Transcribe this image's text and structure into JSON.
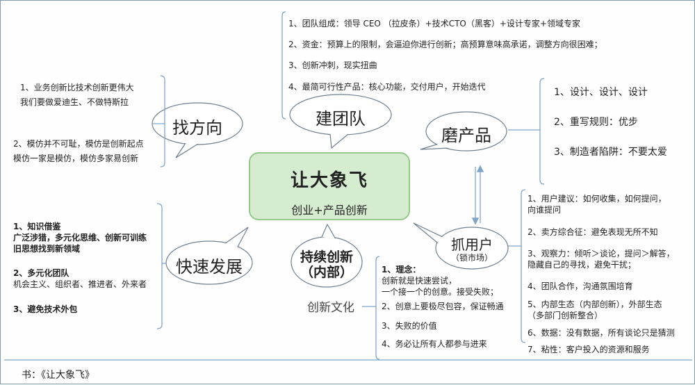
{
  "central": {
    "title": "让大象飞",
    "subtitle": "创业+产品创新"
  },
  "bubbles": {
    "direction": "找方向",
    "team": "建团队",
    "product": "磨产品",
    "growth": "快速发展",
    "innovation": {
      "line1": "持续创新",
      "line2": "（内部）"
    },
    "users": {
      "line1": "抓用户",
      "line2": "（锁市场）"
    }
  },
  "innovation_culture": "创新文化",
  "team_items": [
    "1、团队组成：领导 CEO （拉皮条）+技术CTO（黑客）+设计专家+领域专家",
    "2、资金：预算上的限制，会逼迫你进行创新；高预算意味高承诺，调整方向很困难；",
    "3、创新冲刺，现实扭曲",
    "4、最简可行性产品：核心功能，交付用户，开始迭代"
  ],
  "direction_items": [
    {
      "line1": "1、业务创新比技术创新更伟大",
      "line2": "我们要做爱迪生、不做特斯拉"
    },
    {
      "line1": "2、模仿并不可耻，模仿是创新起点",
      "line2": "模仿一家是模仿，模仿多家易创新"
    }
  ],
  "product_items": [
    "1、设计、设计、设计",
    "2、重写规则：优步",
    "3、制造者陷阱：不要太爱"
  ],
  "growth_items": {
    "item1_line1": "1、知识借鉴",
    "item1_line2": "广泛涉猎，多元化思维、创新可训练",
    "item1_line3": "旧思想找到新领域",
    "item2_line1": "2、多元化团队",
    "item2_line2": "机会主义、组织者、推进者、外来者",
    "item3": "3、避免技术外包"
  },
  "innovation_items": {
    "item1_title": "1、理念：",
    "item1_line2": "创新就是快速尝试，",
    "item1_line3": "一个接一个的创意。接受失败；",
    "item2": "2、创意上要极尽包容，保证畅通",
    "item3": "3、失败的价值",
    "item4": "4、务必让所有人都参与进来"
  },
  "user_items": {
    "item1_line1": "1、用户建议：如何收集，如何提问，",
    "item1_line2": "向谁提问",
    "item2": "2、卖方综合征：避免表现无所不知",
    "item3_line1": "3、观察力：倾听＞谈论，提问＞解答，",
    "item3_line2": "隐藏自己的寻找，避免干扰；",
    "item4": "4、团队合作，沟通氛围培育",
    "item5_line1": "5、内部生态（内部创新），外部生态",
    "item5_line2": "（多部门创新整合）",
    "item6": "6、数据：没有数据，所有谈论只是猜测",
    "item7": "7、粘性：客户投入的资源和服务"
  },
  "footer": "书：《让大象飞》",
  "colors": {
    "central_fill": "#d6ecd0",
    "central_border": "#93c88a",
    "bracket": "#7fa6c9",
    "bubble_border": "#6f7f90"
  }
}
